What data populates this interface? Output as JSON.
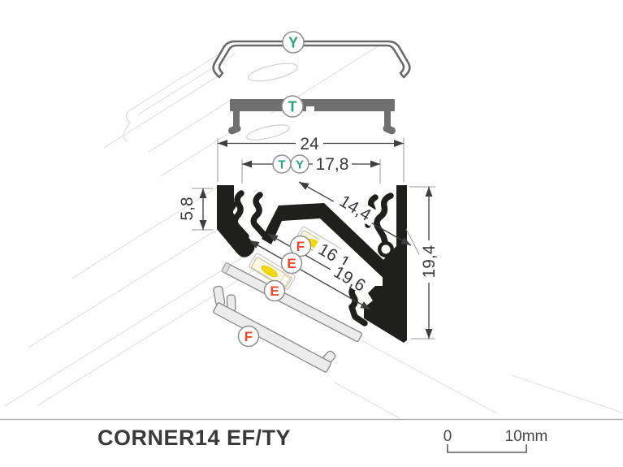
{
  "title": "CORNER14 EF/TY",
  "scale_bar": {
    "zero_label": "0",
    "end_label": "10mm"
  },
  "cover_labels": {
    "y": "Y",
    "t": "T",
    "e": "E",
    "f": "F"
  },
  "dimensions": {
    "outer_width": "24",
    "opening_width": "17,8",
    "diagonal_opening": "14,4",
    "left_arm_height": "5,8",
    "inner_width_upper": "16,1",
    "inner_width_lower": "19,6",
    "right_height": "19,4"
  },
  "colors": {
    "cover_letter_teal": "#2aa17e",
    "cover_letter_red": "#e8492e",
    "profile_black": "#1f1f1d",
    "led_yellow": "#f2d90b",
    "cover_gray": "#6f6f6f"
  }
}
